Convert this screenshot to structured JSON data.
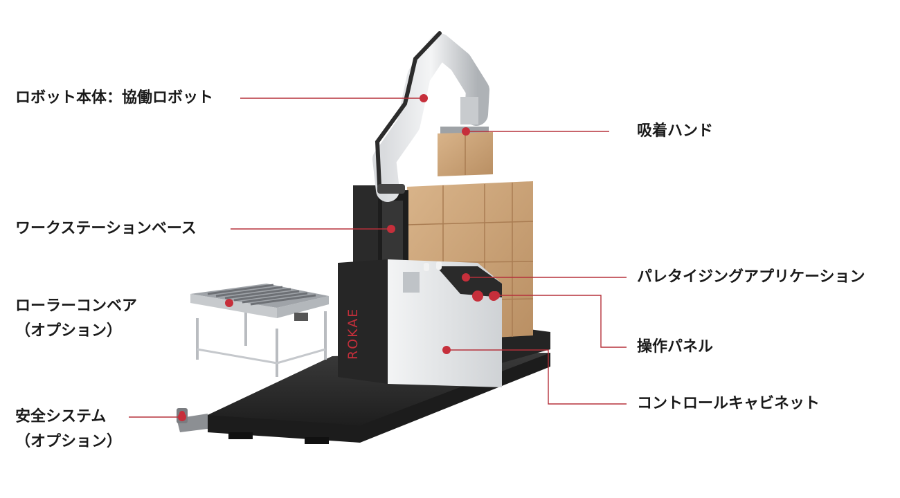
{
  "brand": "ROKAE",
  "colors": {
    "leader_line": "#b5303a",
    "leader_dot": "#c62f3b",
    "label_text": "#1a1a1a",
    "brand_text": "#c62f3b",
    "base_plate": "#2b2b2b",
    "cabinet_panel": "#e9eaec",
    "box": "#cfa57a"
  },
  "callouts": {
    "robot_body": "ロボット本体：協働ロボット",
    "suction_hand": "吸着ハンド",
    "workstation_base": "ワークステーションベース",
    "palletizing_app": "パレタイジングアプリケーション",
    "roller_conveyor": "ローラーコンベア",
    "roller_conveyor_note": "（オプション）",
    "control_panel": "操作パネル",
    "control_cabinet": "コントロールキャビネット",
    "safety_system": "安全システム",
    "safety_system_note": "（オプション）"
  }
}
